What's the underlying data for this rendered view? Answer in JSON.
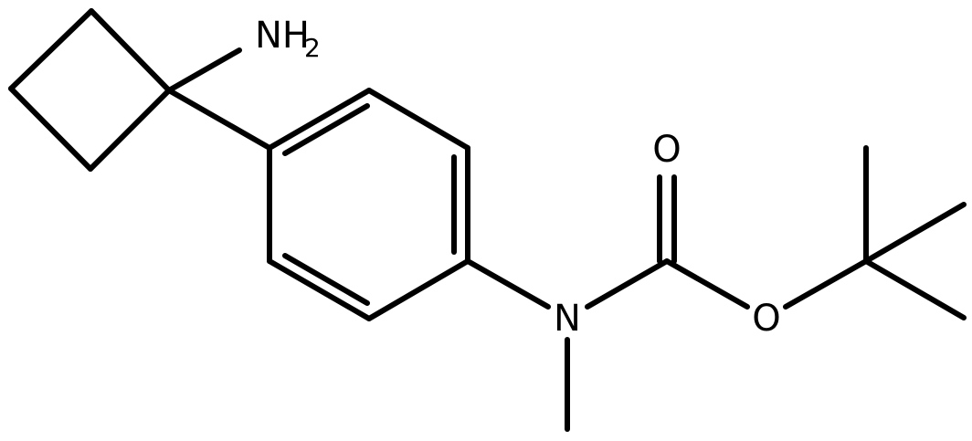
{
  "molecule": {
    "atoms": {
      "amine": {
        "symbol": "NH",
        "subscript": "2"
      },
      "nitrogen": {
        "symbol": "N"
      },
      "carbonyl_oxygen": {
        "symbol": "O"
      },
      "ester_oxygen": {
        "symbol": "O"
      }
    },
    "colors": {
      "bond": "#000000",
      "text": "#000000",
      "background": "#ffffff"
    }
  }
}
